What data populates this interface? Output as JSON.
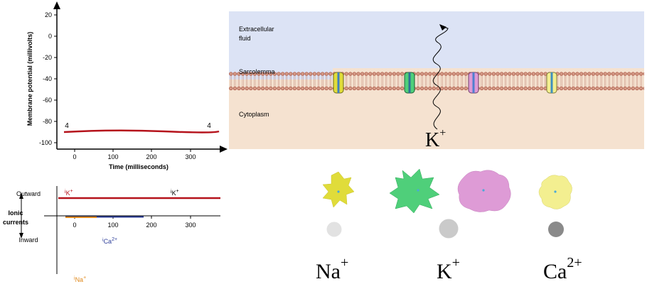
{
  "voltage_chart": {
    "ylabel": "Membrane potential (millivolts)",
    "xlabel": "Time (milliseconds)",
    "y_ticks": [
      "20",
      "0",
      "-20",
      "-40",
      "-60",
      "-80",
      "-100"
    ],
    "x_ticks": [
      "0",
      "100",
      "200",
      "300"
    ],
    "phase_left": "4",
    "phase_right": "4"
  },
  "current_chart": {
    "outward_label": "Outward",
    "inward_label": "Inward",
    "axis_title_line1": "Ionic",
    "axis_title_line2": "currents",
    "x_ticks": [
      "0",
      "100",
      "200",
      "300"
    ],
    "ik_main": "K",
    "ik_main_sup": "+",
    "ik_main_prefix": "i",
    "ik_right": "K",
    "ik_right_sup": "+",
    "ik_right_prefix": "i",
    "ica": "Ca",
    "ica_sup": "2+",
    "ica_prefix": "i",
    "ina": "Na",
    "ina_sup": "+",
    "ina_prefix": "i"
  },
  "membrane_panel": {
    "extracellular_line1": "Extracellular",
    "extracellular_line2": "fluid",
    "sarcolemma": "Sarcolemma",
    "cytoplasm": "Cytoplasm",
    "ion_label": "K",
    "ion_sup": "+"
  },
  "legend": {
    "na": "Na",
    "na_sup": "+",
    "k": "K",
    "k_sup": "+",
    "ca": "Ca",
    "ca_sup": "2+"
  },
  "colors": {
    "potential_line": "#b5121b",
    "extracellular": "#dce3f5",
    "cytoplasm": "#f5e2d0",
    "ica_trace": "#2e3f9a",
    "ina_trace": "#e08a1e",
    "na_channel": "#e0dc3a",
    "k_channel": "#4fcf7a",
    "ca_channel": "#f3ef90",
    "unknown_channel": "#de9bd6"
  }
}
